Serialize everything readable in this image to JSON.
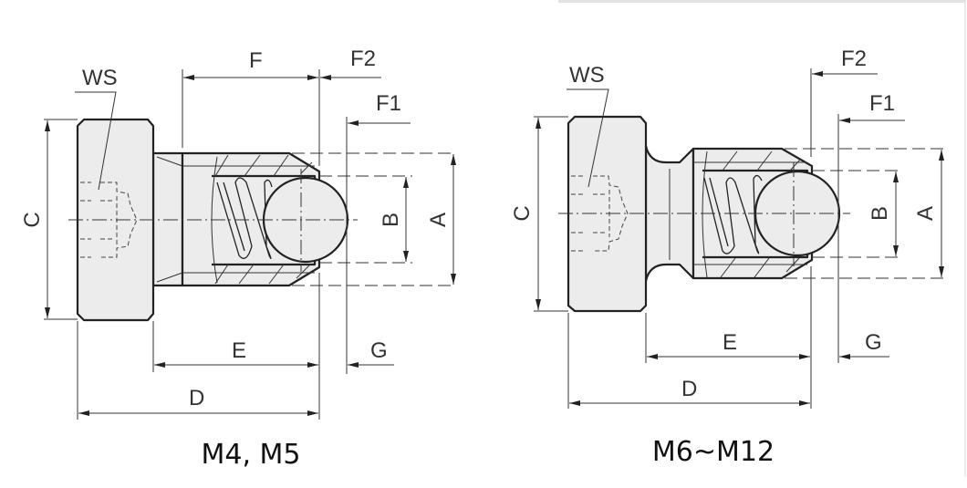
{
  "left_drawing": {
    "caption": "M4, M5",
    "labels": {
      "ws": "WS",
      "f": "F",
      "f2": "F2",
      "f1": "F1",
      "a": "A",
      "b": "B",
      "c": "C",
      "d": "D",
      "e": "E",
      "g": "G"
    }
  },
  "right_drawing": {
    "caption": "M6~M12",
    "labels": {
      "ws": "WS",
      "f2": "F2",
      "f1": "F1",
      "a": "A",
      "b": "B",
      "c": "C",
      "d": "D",
      "e": "E",
      "g": "G"
    }
  },
  "colors": {
    "part_fill": "#ececec",
    "outline": "#222222"
  }
}
